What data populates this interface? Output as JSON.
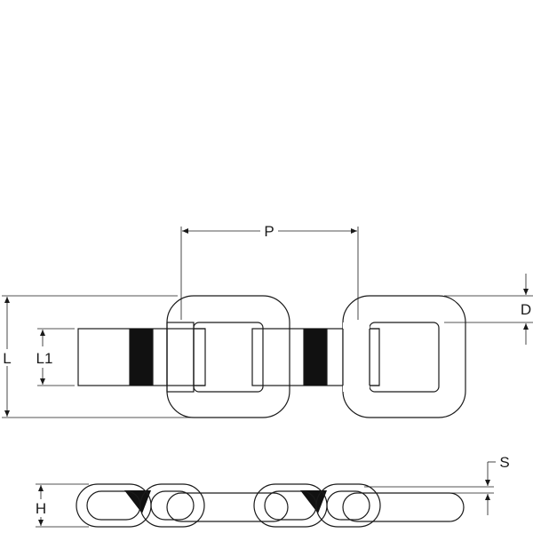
{
  "labels": {
    "pitch": "P",
    "overall_length": "L",
    "inner_length": "L1",
    "wire_diameter": "D",
    "height": "H",
    "thickness": "S"
  }
}
